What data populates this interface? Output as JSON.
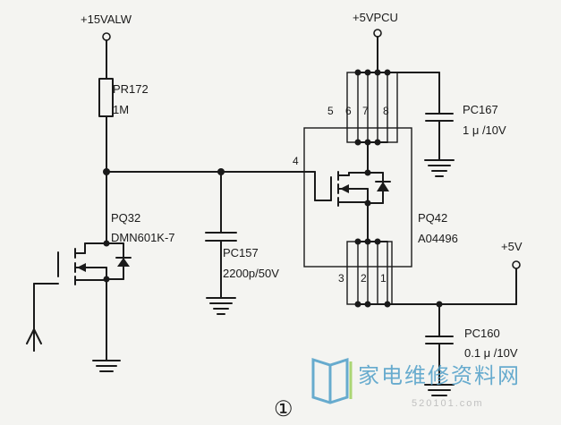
{
  "rails": {
    "v15": "+15VALW",
    "v5cpu": "+5VPCU",
    "v5": "+5V"
  },
  "pr172": {
    "ref": "PR172",
    "value": "1M"
  },
  "pq32": {
    "ref": "PQ32",
    "part": "DMN601K-7"
  },
  "pc157": {
    "ref": "PC157",
    "value": "2200p/50V"
  },
  "pc167": {
    "ref": "PC167",
    "value": "1 μ /10V"
  },
  "pq42": {
    "ref": "PQ42",
    "part": "A04496",
    "pins": {
      "p1": "1",
      "p2": "2",
      "p3": "3",
      "p4": "4",
      "p5": "5",
      "p6": "6",
      "p7": "7",
      "p8": "8"
    }
  },
  "pc160": {
    "ref": "PC160",
    "value": "0.1 μ /10V"
  },
  "figure_marker": "①",
  "watermark": {
    "text": "家电维修资料网",
    "sub": "520101.com"
  },
  "colors": {
    "ink": "#1a1a1a",
    "paper": "#f4f4f1",
    "watermark": "#4f9fc8"
  }
}
